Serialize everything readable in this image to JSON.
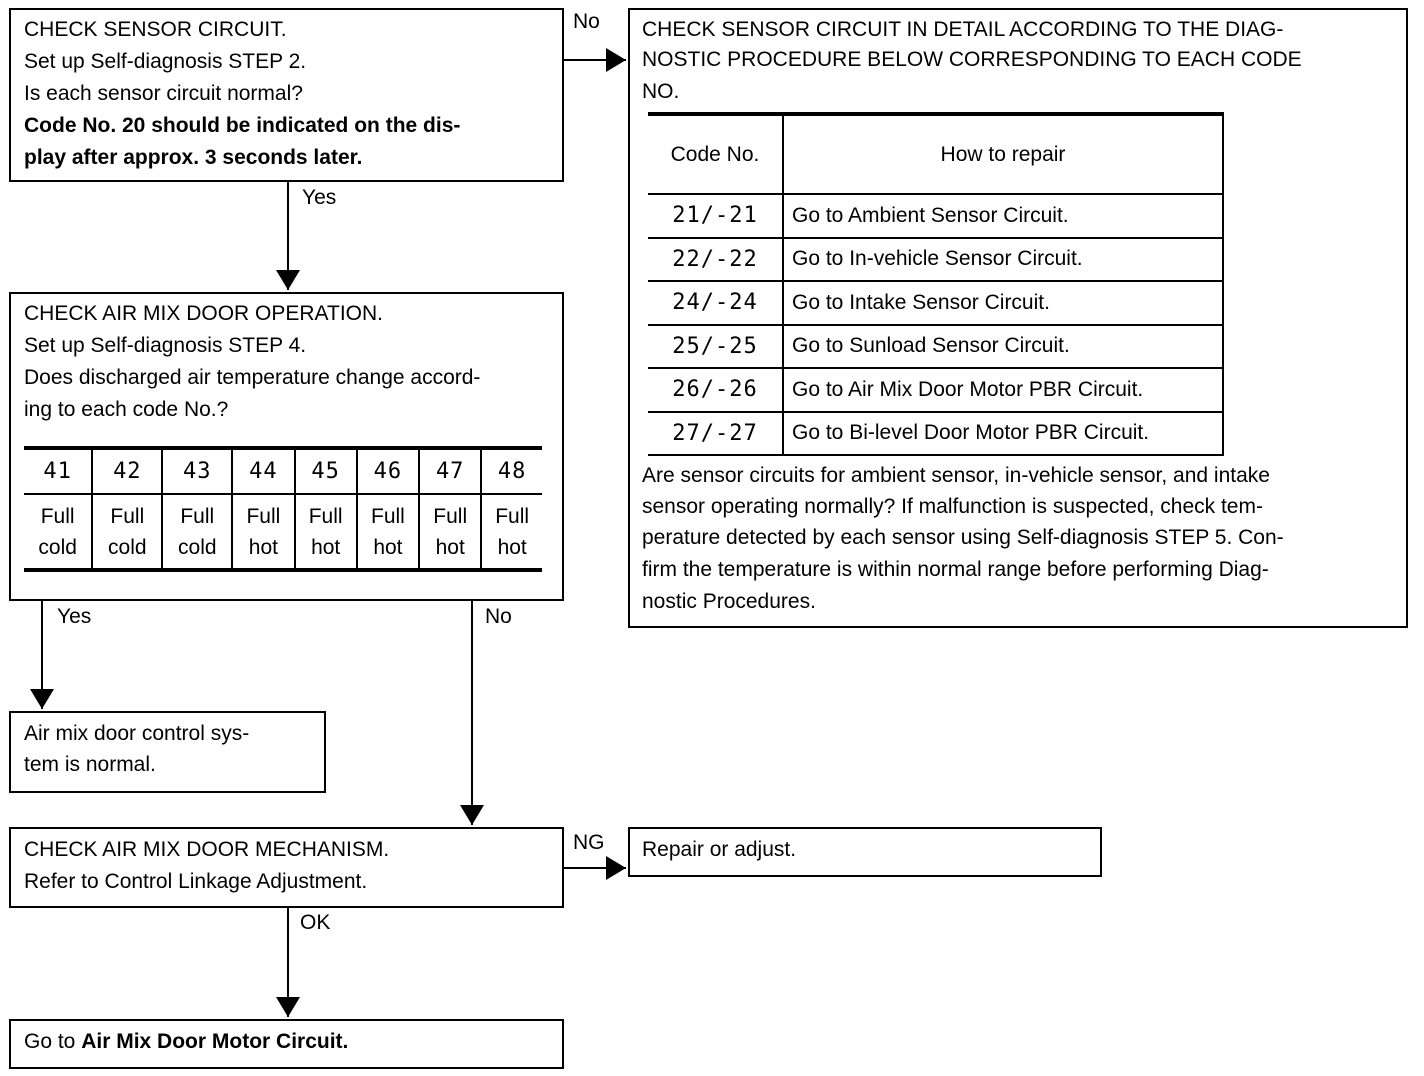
{
  "box1": {
    "lines": [
      "CHECK SENSOR CIRCUIT.",
      "Set up Self-diagnosis STEP 2.",
      "Is each sensor circuit normal?"
    ],
    "bold_lines": [
      "Code No. 20 should be indicated on the dis-",
      "play after approx. 3 seconds later."
    ]
  },
  "box_detail": {
    "lines": [
      "CHECK SENSOR CIRCUIT IN DETAIL ACCORDING TO THE DIAG-",
      "NOSTIC PROCEDURE BELOW CORRESPONDING TO EACH CODE",
      "NO."
    ],
    "table": {
      "headers": [
        "Code No.",
        "How to repair"
      ],
      "rows": [
        {
          "code": "21/-21",
          "repair": "Go to Ambient Sensor Circuit."
        },
        {
          "code": "22/-22",
          "repair": "Go to In-vehicle Sensor Circuit."
        },
        {
          "code": "24/-24",
          "repair": "Go to Intake Sensor Circuit."
        },
        {
          "code": "25/-25",
          "repair": "Go to Sunload Sensor Circuit."
        },
        {
          "code": "26/-26",
          "repair": "Go to Air Mix Door Motor PBR Circuit."
        },
        {
          "code": "27/-27",
          "repair": "Go to Bi-level Door Motor PBR Circuit."
        }
      ]
    },
    "paragraph": [
      "Are sensor circuits for ambient sensor, in-vehicle sensor, and intake",
      "sensor operating normally? If malfunction is suspected, check tem-",
      "perature detected by each sensor using Self-diagnosis STEP 5. Con-",
      "firm the temperature is within normal range before performing Diag-",
      "nostic Procedures."
    ]
  },
  "box2": {
    "lines": [
      "CHECK AIR MIX DOOR OPERATION.",
      "Set up Self-diagnosis STEP 4.",
      "Does discharged air temperature change accord-",
      "ing to each code No.?"
    ],
    "codes": [
      {
        "code": "41",
        "l1": "Full",
        "l2": "cold"
      },
      {
        "code": "42",
        "l1": "Full",
        "l2": "cold"
      },
      {
        "code": "43",
        "l1": "Full",
        "l2": "cold"
      },
      {
        "code": "44",
        "l1": "Full",
        "l2": "hot"
      },
      {
        "code": "45",
        "l1": "Full",
        "l2": "hot"
      },
      {
        "code": "46",
        "l1": "Full",
        "l2": "hot"
      },
      {
        "code": "47",
        "l1": "Full",
        "l2": "hot"
      },
      {
        "code": "48",
        "l1": "Full",
        "l2": "hot"
      }
    ]
  },
  "box3": {
    "lines": [
      "Air mix door control sys-",
      "tem is normal."
    ]
  },
  "box4": {
    "lines": [
      "CHECK AIR MIX DOOR MECHANISM.",
      "Refer to Control Linkage Adjustment."
    ]
  },
  "box5": {
    "text": "Repair or adjust."
  },
  "box6": {
    "prefix": "Go to ",
    "bold": "Air Mix Door Motor Circuit."
  },
  "labels": {
    "no1": "No",
    "yes1": "Yes",
    "yes2": "Yes",
    "no2": "No",
    "ng": "NG",
    "ok": "OK"
  }
}
